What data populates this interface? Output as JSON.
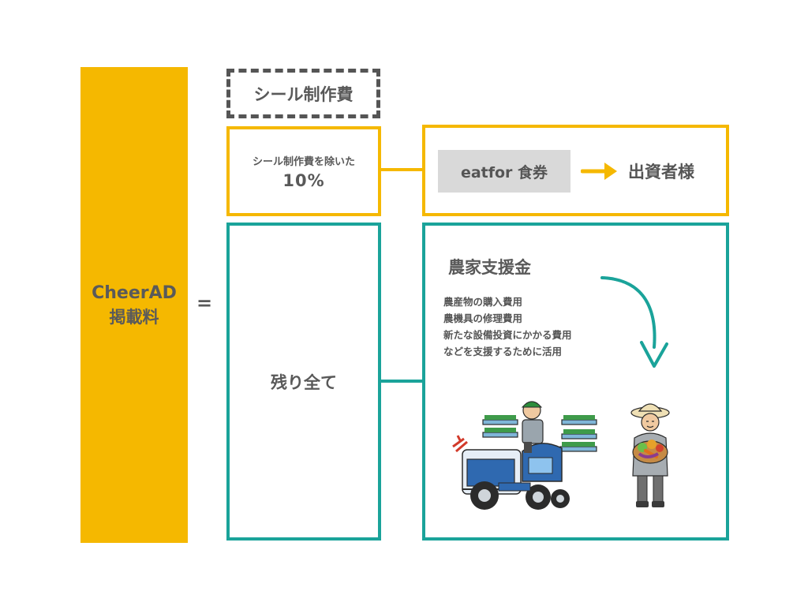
{
  "ad_fee": {
    "line1": "CheerAD",
    "line2": "掲載料"
  },
  "equals": "=",
  "seal_cost": {
    "label": "シール制作費"
  },
  "percent_box": {
    "caption": "シール制作費を除いた",
    "value": "10%"
  },
  "investor": {
    "coupon": "eatfor 食券",
    "recipient": "出資者様"
  },
  "remainder": {
    "label": "残り全て"
  },
  "farm_support": {
    "title": "農家支援金",
    "items": [
      "農産物の購入費用",
      "農機具の修理費用",
      "新たな設備投資にかかる費用",
      "などを支援するために活用"
    ]
  },
  "colors": {
    "yellow": "#F5B800",
    "teal": "#1AA39A",
    "gray": "#D9D9D9",
    "text": "#595959"
  },
  "icons": [
    "arrow-right-icon",
    "curved-arrow-icon",
    "rice-transplanter-illustration",
    "farmer-illustration"
  ]
}
